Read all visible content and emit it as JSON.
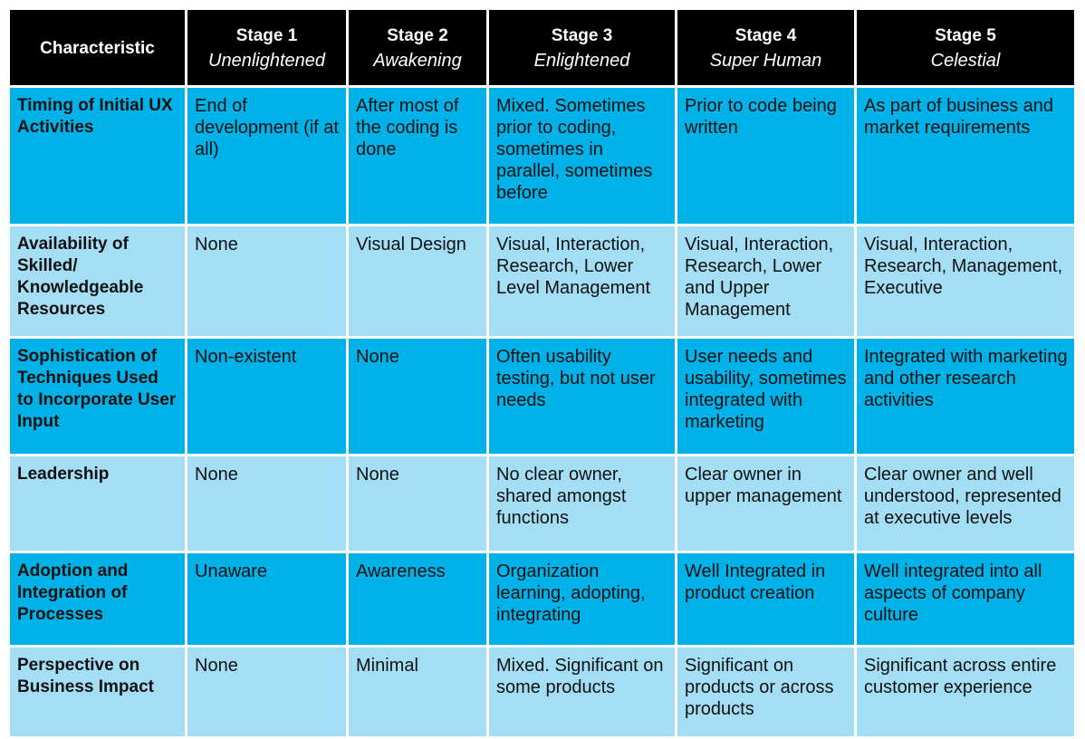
{
  "header": {
    "characteristic": "Characteristic",
    "stages": [
      {
        "title": "Stage 1",
        "subtitle": "Unenlightened"
      },
      {
        "title": "Stage 2",
        "subtitle": "Awakening"
      },
      {
        "title": "Stage 3",
        "subtitle": "Enlightened"
      },
      {
        "title": "Stage 4",
        "subtitle": "Super Human"
      },
      {
        "title": "Stage 5",
        "subtitle": "Celestial"
      }
    ]
  },
  "rows": [
    {
      "characteristic": "Timing of Initial UX Activities",
      "cells": [
        "End of development (if at all)",
        "After most of the coding is done",
        "Mixed. Sometimes prior to coding, sometimes in parallel, sometimes before",
        "Prior to code being written",
        "As part of business and market requirements"
      ]
    },
    {
      "characteristic": "Availability of Skilled/ Knowledgeable Resources",
      "cells": [
        "None",
        "Visual Design",
        "Visual, Interaction, Research, Lower Level Management",
        "Visual, Interaction, Research, Lower and Upper Management",
        "Visual, Interaction, Research, Management, Executive"
      ]
    },
    {
      "characteristic": "Sophistication of Techniques Used to Incorporate User Input",
      "cells": [
        "Non-existent",
        "None",
        "Often usability testing, but not user needs",
        "User needs and usability, sometimes integrated with marketing",
        "Integrated with marketing and other research activities"
      ]
    },
    {
      "characteristic": "Leadership",
      "cells": [
        "None",
        "None",
        "No clear owner, shared amongst functions",
        "Clear owner in upper management",
        "Clear owner and well understood, represented at executive levels"
      ]
    },
    {
      "characteristic": "Adoption and Integration of Processes",
      "cells": [
        "Unaware",
        "Awareness",
        "Organization learning, adopting, integrating",
        "Well Integrated in product creation",
        "Well integrated into all aspects of company culture"
      ]
    },
    {
      "characteristic": "Perspective on Business Impact",
      "cells": [
        "None",
        "Minimal",
        "Mixed. Significant on some products",
        "Significant on products or across products",
        "Significant across entire customer experience"
      ]
    }
  ]
}
